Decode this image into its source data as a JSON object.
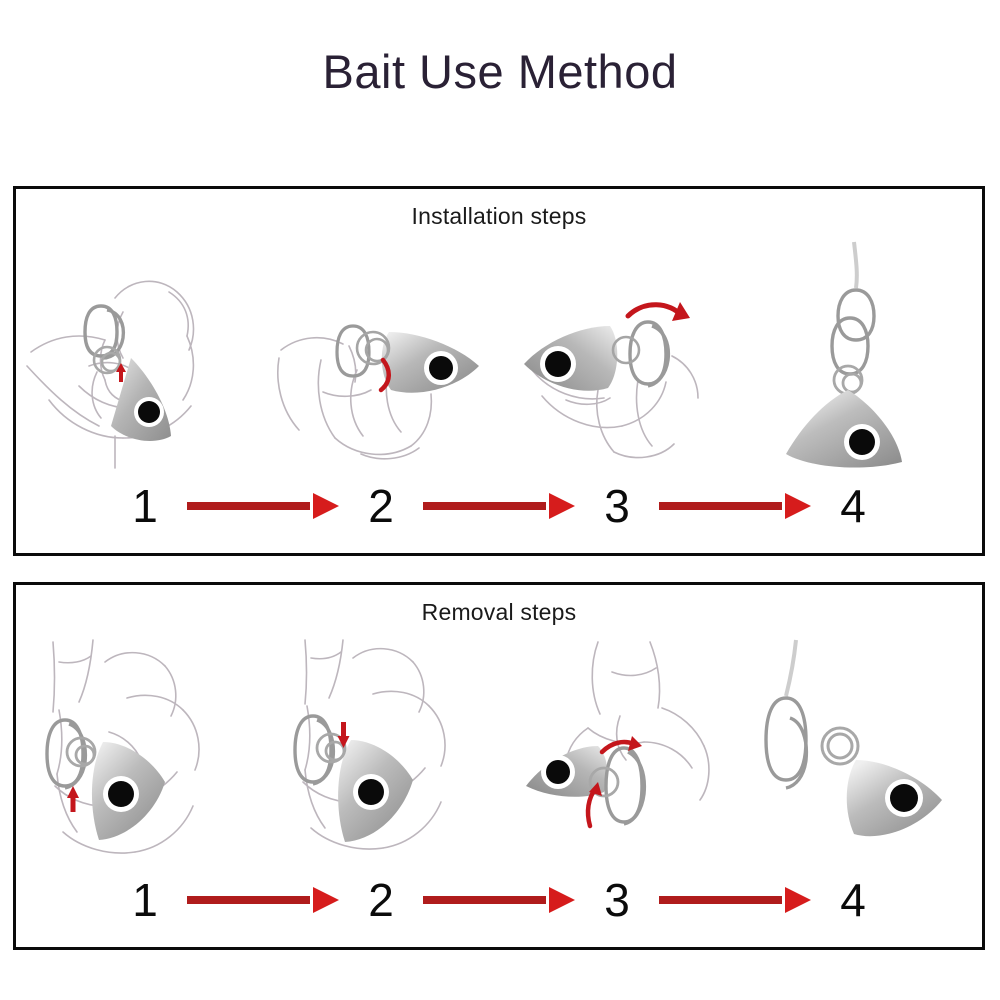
{
  "page": {
    "title": "Bait Use Method",
    "background_color": "#ffffff",
    "title_color": "#2a2135"
  },
  "colors": {
    "panel_border": "#0a0a0a",
    "arrow_red": "#b01c1c",
    "arrow_head_red": "#d61c1c",
    "lure_body_gray": "#b9b9b9",
    "lure_eye_black": "#0a0a0a",
    "line_art_gray": "#b0aab0",
    "metal_gray": "#9a9a9a",
    "step_number": "#0b0b0b"
  },
  "panels": [
    {
      "id": "installation",
      "heading": "Installation steps",
      "steps": [
        {
          "number": "1",
          "illustration": "hand-holding-split-ring-and-jig-with-red-up-arrow",
          "arrow_after": "red-right-arrow"
        },
        {
          "number": "2",
          "illustration": "split-ring-threaded-onto-jig-eye-with-red-curve-arrow",
          "arrow_after": "red-right-arrow"
        },
        {
          "number": "3",
          "illustration": "jig-rotating-onto-snap-clip-with-red-curve-arrow",
          "arrow_after": "red-right-arrow"
        },
        {
          "number": "4",
          "illustration": "assembled-jig-hanging-from-line-on-snap-clip",
          "arrow_after": null
        }
      ]
    },
    {
      "id": "removal",
      "heading": "Removal steps",
      "steps": [
        {
          "number": "1",
          "illustration": "hand-gripping-jig-with-red-up-arrow",
          "arrow_after": "red-right-arrow"
        },
        {
          "number": "2",
          "illustration": "pressing-split-ring-down-with-red-down-arrow",
          "arrow_after": "red-right-arrow"
        },
        {
          "number": "3",
          "illustration": "rotating-jig-off-snap-clip-with-red-curve-arrows",
          "arrow_after": "red-right-arrow"
        },
        {
          "number": "4",
          "illustration": "jig-separated-from-snap-clip-on-line",
          "arrow_after": null
        }
      ]
    }
  ]
}
